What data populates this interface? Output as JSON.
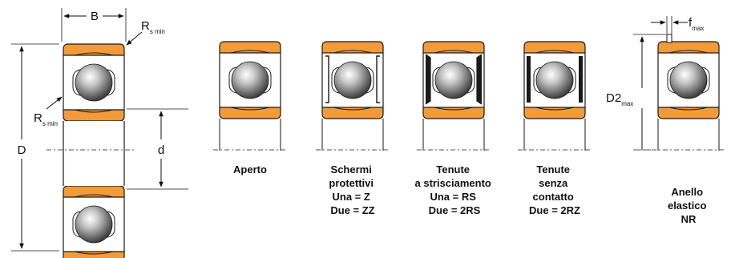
{
  "dimensions": {
    "B": "B",
    "D": "D",
    "d": "d",
    "r_main": "R",
    "r_sub": "s min",
    "f_main": "f",
    "f_sub": "max",
    "d2_main": "D2",
    "d2_sub": "max"
  },
  "colors": {
    "ring": "#f39a3a",
    "outline": "#1a1a1a",
    "ball_light": "#ffffff",
    "ball_dark": "#3d3d3d"
  },
  "variants": [
    {
      "lines": [
        "Aperto"
      ]
    },
    {
      "lines": [
        "Schermi",
        "protettivi",
        "Una = Z",
        "Due = ZZ"
      ]
    },
    {
      "lines": [
        "Tenute",
        "a strisciamento",
        "Una = RS",
        "Due = 2RS"
      ]
    },
    {
      "lines": [
        "Tenute",
        "senza",
        "contatto",
        "Due = 2RZ"
      ]
    },
    {
      "lines": [
        "Anello",
        "elastico",
        "NR"
      ]
    }
  ]
}
